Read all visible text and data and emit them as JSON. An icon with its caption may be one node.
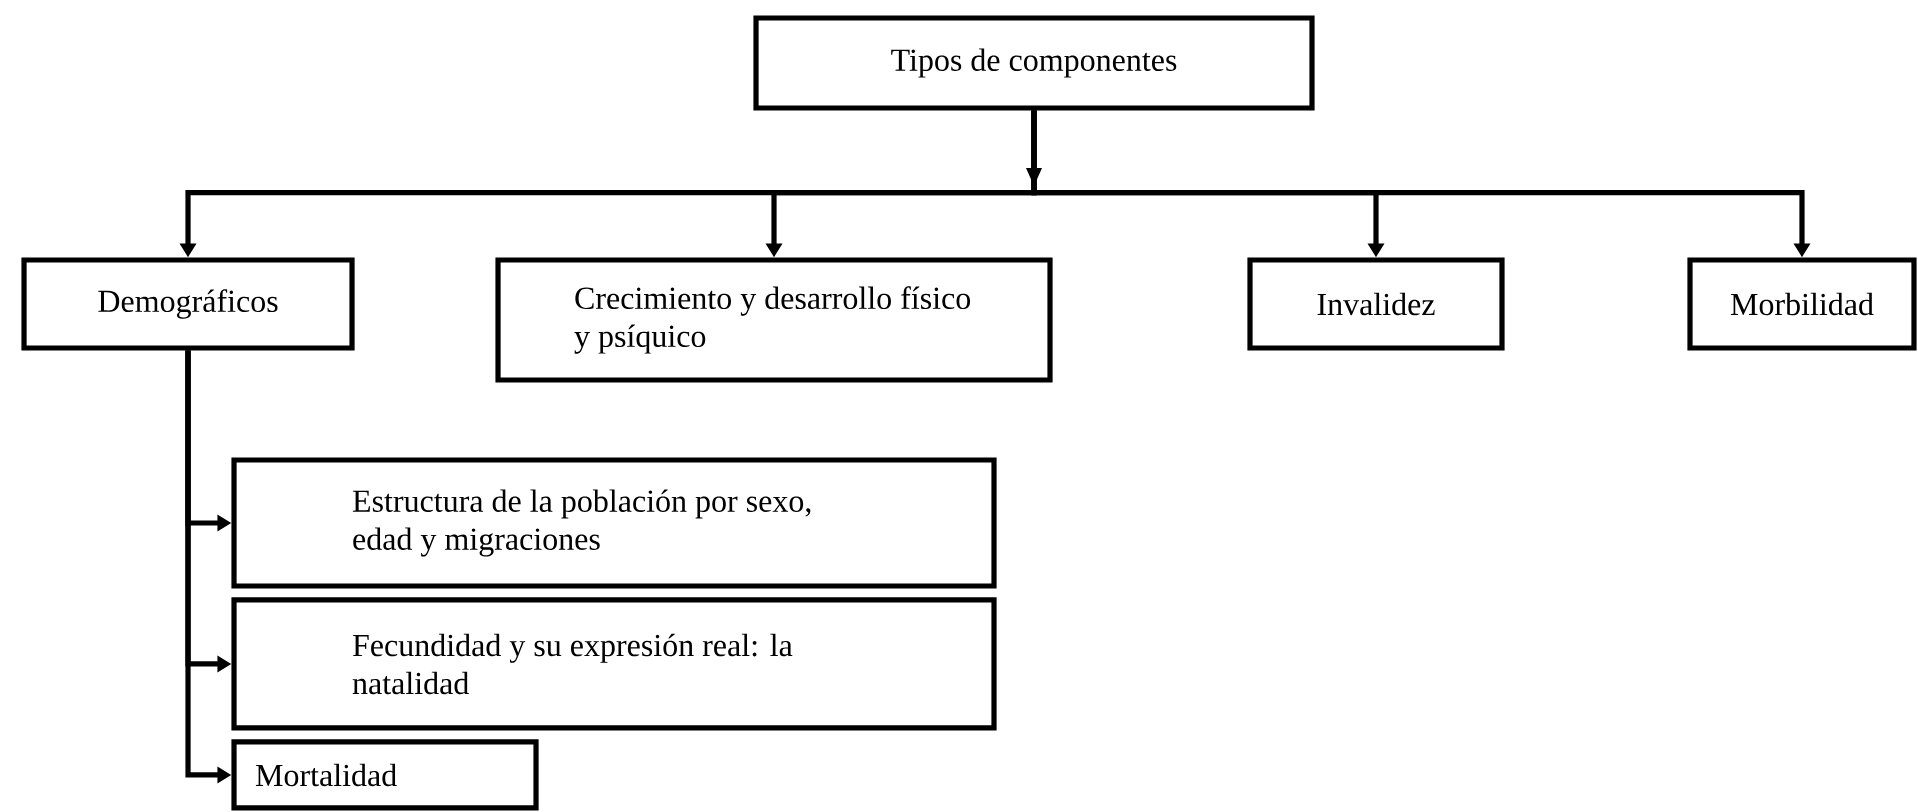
{
  "diagram": {
    "nodes": [
      {
        "text": [
          "Tipos de componentes"
        ]
      },
      {
        "text": [
          "Demográficos"
        ]
      },
      {
        "text": [
          "Crecimiento y desarrollo físico y psíquico"
        ]
      },
      {
        "text": [
          "Invalidez"
        ]
      },
      {
        "text": [
          "Morbilidad"
        ]
      },
      {
        "text": [
          "Estructura de la población por sexo, edad y migraciones"
        ]
      },
      {
        "text": [
          "Fecundidad y su expresión real: la natalidad"
        ]
      },
      {
        "text": [
          "Mortalidad"
        ]
      }
    ],
    "edges": [
      {
        "from": 0,
        "to": 1,
        "arrow": "to"
      },
      {
        "from": 0,
        "to": 2,
        "arrow": "to"
      },
      {
        "from": 0,
        "to": 3,
        "arrow": "to"
      },
      {
        "from": 0,
        "to": 4,
        "arrow": "to"
      },
      {
        "from": 1,
        "to": 5,
        "arrow": "to"
      },
      {
        "from": 1,
        "to": 6,
        "arrow": "to"
      },
      {
        "from": 1,
        "to": 7,
        "arrow": "to"
      }
    ]
  }
}
